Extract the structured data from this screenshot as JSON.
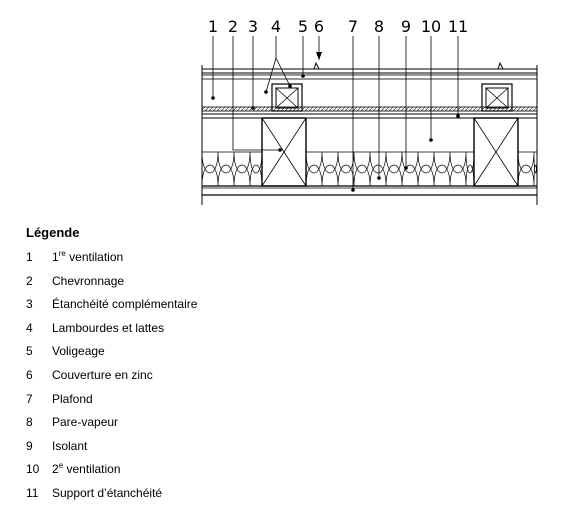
{
  "callouts": [
    "1",
    "2",
    "3",
    "4",
    "5",
    "6",
    "7",
    "8",
    "9",
    "10",
    "11"
  ],
  "legend": {
    "title": "Légende",
    "items": [
      {
        "n": "1",
        "pre": "1",
        "sup": "re",
        "post": " ventilation"
      },
      {
        "n": "2",
        "pre": "Chevronnage",
        "sup": "",
        "post": ""
      },
      {
        "n": "3",
        "pre": "Étanchéité complémentaire",
        "sup": "",
        "post": ""
      },
      {
        "n": "4",
        "pre": "Lambourdes et lattes",
        "sup": "",
        "post": ""
      },
      {
        "n": "5",
        "pre": "Voligeage",
        "sup": "",
        "post": ""
      },
      {
        "n": "6",
        "pre": "Couverture en zinc",
        "sup": "",
        "post": ""
      },
      {
        "n": "7",
        "pre": "Plafond",
        "sup": "",
        "post": ""
      },
      {
        "n": "8",
        "pre": "Pare-vapeur",
        "sup": "",
        "post": ""
      },
      {
        "n": "9",
        "pre": "Isolant",
        "sup": "",
        "post": ""
      },
      {
        "n": "10",
        "pre": "2",
        "sup": "e",
        "post": " ventilation"
      },
      {
        "n": "11",
        "pre": "Support d’étanchéité",
        "sup": "",
        "post": ""
      }
    ]
  }
}
